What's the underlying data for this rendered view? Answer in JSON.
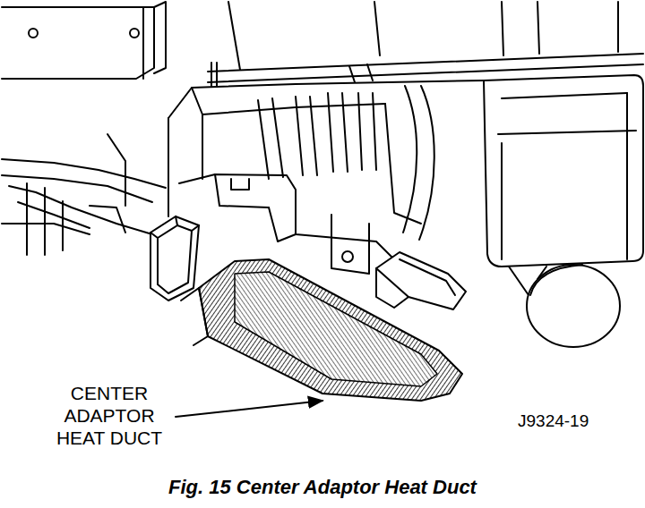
{
  "diagram": {
    "caption": "Fig. 15 Center Adaptor Heat Duct",
    "labels": [
      "CENTER ADAPTOR HEAT DUCT",
      "J9324-19"
    ]
  }
}
